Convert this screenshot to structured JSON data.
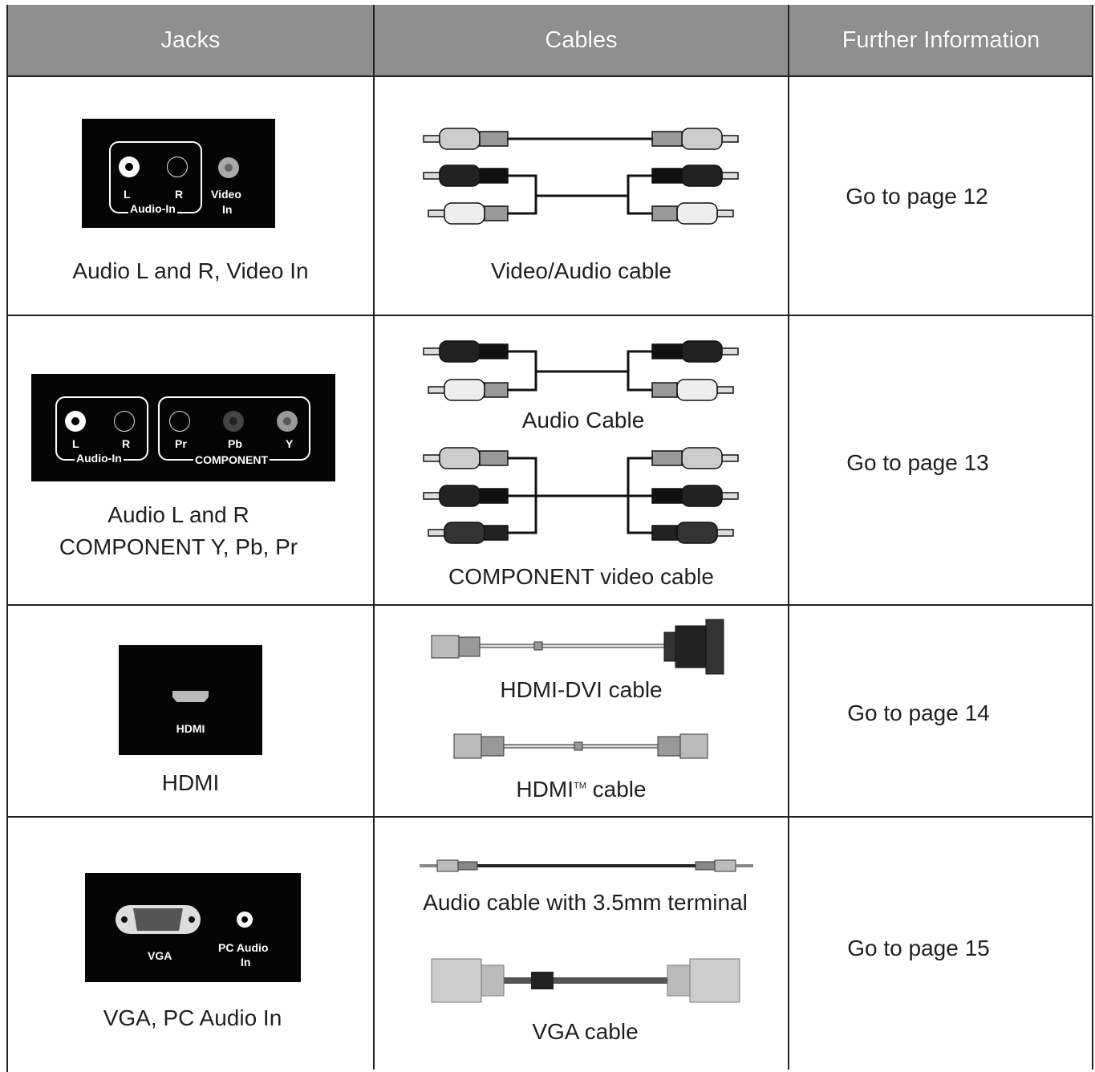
{
  "header": {
    "jacks": "Jacks",
    "cables": "Cables",
    "further": "Further Information"
  },
  "rows": [
    {
      "jack_caption": "Audio L and R, Video In",
      "panel": {
        "l": "L",
        "r": "R",
        "audio_in": "Audio-In",
        "video": "Video",
        "in": "In"
      },
      "cable_caption": "Video/Audio cable",
      "info": "Go to page 12"
    },
    {
      "jack_caption_1": "Audio L and R",
      "jack_caption_2": "COMPONENT Y, Pb, Pr",
      "panel": {
        "l": "L",
        "r": "R",
        "audio_in": "Audio-In",
        "pr": "Pr",
        "pb": "Pb",
        "y": "Y",
        "component": "COMPONENT"
      },
      "cable_caption_1": "Audio Cable",
      "cable_caption_2": "COMPONENT video cable",
      "info": "Go to page 13"
    },
    {
      "jack_caption": "HDMI",
      "panel": {
        "hdmi": "HDMI"
      },
      "cable_caption_1": "HDMI-DVI cable",
      "cable_caption_2_main": "HDMI",
      "cable_caption_2_tm": "TM",
      "cable_caption_2_rest": " cable",
      "info": "Go to page 14"
    },
    {
      "jack_caption": "VGA, PC Audio In",
      "panel": {
        "vga": "VGA",
        "pc_audio": "PC Audio",
        "in": "In"
      },
      "cable_caption_1": "Audio cable with 3.5mm terminal",
      "cable_caption_2": "VGA cable",
      "info": "Go to page 15"
    }
  ],
  "colors": {
    "header_bg": "#8f8f8f",
    "grid_line": "#222222",
    "panel_bg": "#050505"
  }
}
